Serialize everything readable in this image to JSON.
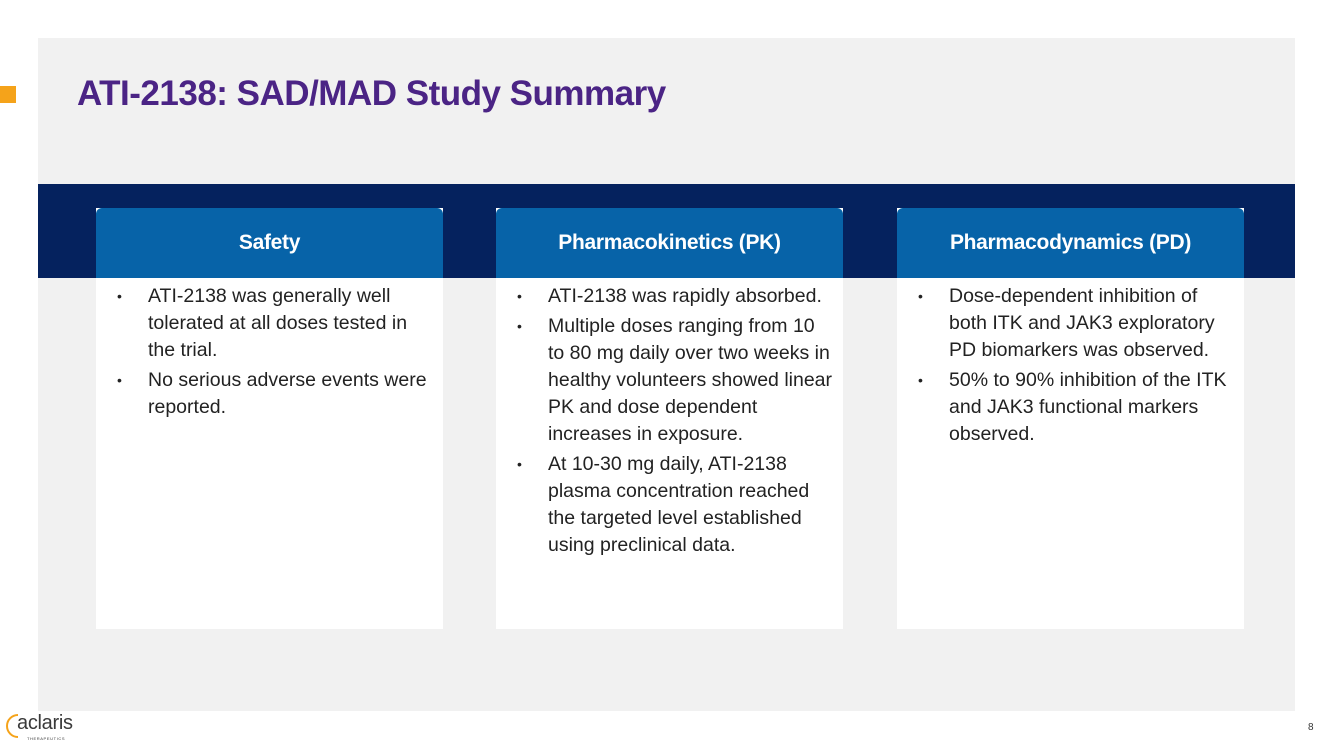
{
  "slide": {
    "title": "ATI-2138: SAD/MAD Study Summary",
    "page_number": "8"
  },
  "cards": [
    {
      "header": "Safety",
      "bullets": [
        "ATI-2138 was generally well tolerated at all doses tested in the trial.",
        "No serious adverse events were reported."
      ]
    },
    {
      "header": "Pharmacokinetics (PK)",
      "bullets": [
        "ATI-2138 was rapidly absorbed.",
        "Multiple doses ranging from 10 to 80 mg daily over two weeks in healthy volunteers showed linear PK and dose dependent increases in exposure.",
        "At 10-30 mg daily, ATI-2138 plasma concentration reached the targeted level established using preclinical data."
      ]
    },
    {
      "header": "Pharmacodynamics (PD)",
      "bullets": [
        "Dose-dependent inhibition of both ITK and JAK3 exploratory PD biomarkers was observed.",
        "50% to 90% inhibition of the ITK and JAK3 functional markers observed."
      ]
    }
  ],
  "logo": {
    "name": "aclaris",
    "tagline": "THERAPEUTICS"
  },
  "colors": {
    "title": "#4b2485",
    "navy_band": "#05225e",
    "card_header": "#0763a8",
    "accent": "#f5a31a",
    "panel": "#f1f1f1"
  },
  "icons": {
    "bullet": "•",
    "accent_marker": "orange-square",
    "logo_mark": "arc-icon"
  }
}
